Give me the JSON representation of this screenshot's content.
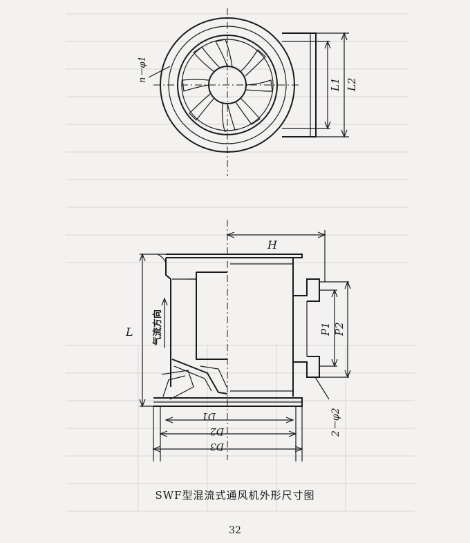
{
  "figure": {
    "caption": "SWF型混流式通风机外形尺寸图",
    "page_number": "32",
    "labels": {
      "bolt_holes_top": "n－φ1",
      "L1": "L1",
      "L2": "L2",
      "H": "H",
      "L": "L",
      "airflow": "气流方向",
      "P1": "P1",
      "P2": "P2",
      "bolt_holes_side": "2－φ2",
      "D1": "D1",
      "D2": "D2",
      "D3": "D3"
    }
  }
}
